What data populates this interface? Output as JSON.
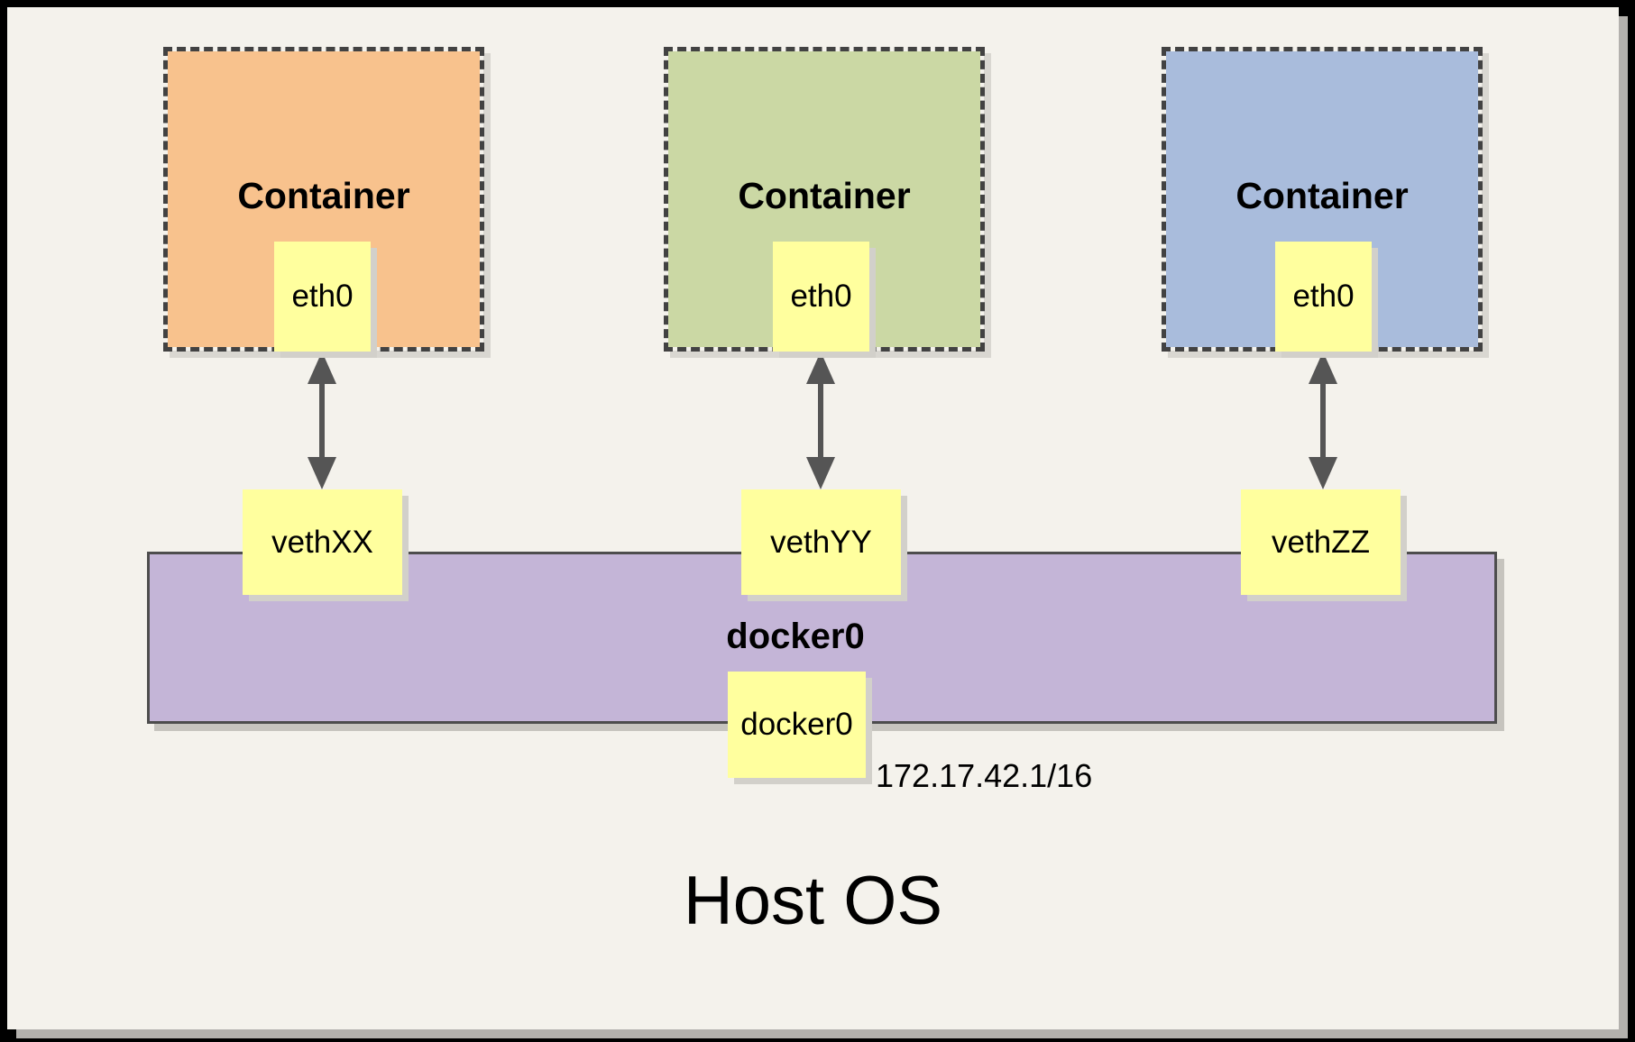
{
  "diagram": {
    "host_label": "Host OS",
    "bridge": {
      "title": "docker0",
      "interface_label": "docker0",
      "ip_address": "172.17.42.1/16"
    },
    "containers": [
      {
        "label": "Container",
        "interface_label": "eth0",
        "veth_label": "vethXX",
        "fill": "#f8c28d"
      },
      {
        "label": "Container",
        "interface_label": "eth0",
        "veth_label": "vethYY",
        "fill": "#cbd8a4"
      },
      {
        "label": "Container",
        "interface_label": "eth0",
        "veth_label": "vethZZ",
        "fill": "#a9bcdc"
      }
    ],
    "colors": {
      "panel_background": "#f4f2ec",
      "frame": "#000000",
      "note_yellow": "#ffff9e",
      "bridge_purple": "#c4b5d7",
      "arrow_gray": "#555555",
      "dashed_border": "#424242",
      "shadow_gray": "#d2d0ca"
    }
  }
}
